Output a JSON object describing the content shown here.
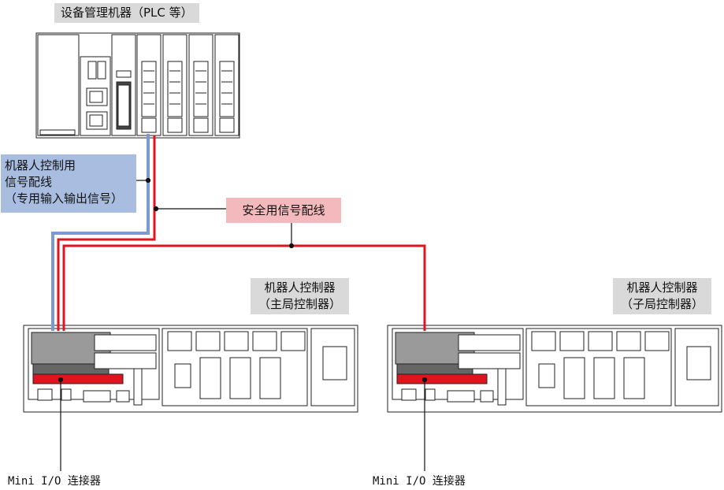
{
  "plc": {
    "title": "设备管理机器（PLC 等）"
  },
  "robot_signal": {
    "lines": [
      "机器人控制用",
      "信号配线",
      "（专用输入输出信号）"
    ]
  },
  "safety_wiring": {
    "label": "安全用信号配线"
  },
  "main_controller": {
    "lines": [
      "机器人控制器",
      "（主局控制器）"
    ]
  },
  "sub_controller": {
    "lines": [
      "机器人控制器",
      "（子局控制器）"
    ]
  },
  "connector_left": {
    "label": "Mini I/O 连接器"
  },
  "connector_right": {
    "label": "Mini I/O 连接器"
  },
  "colors": {
    "blue_wire": "#7a9ad0",
    "red_wire": "#e0141e",
    "safety_box": "#f4b9bd",
    "signal_box": "#a9bde0"
  }
}
